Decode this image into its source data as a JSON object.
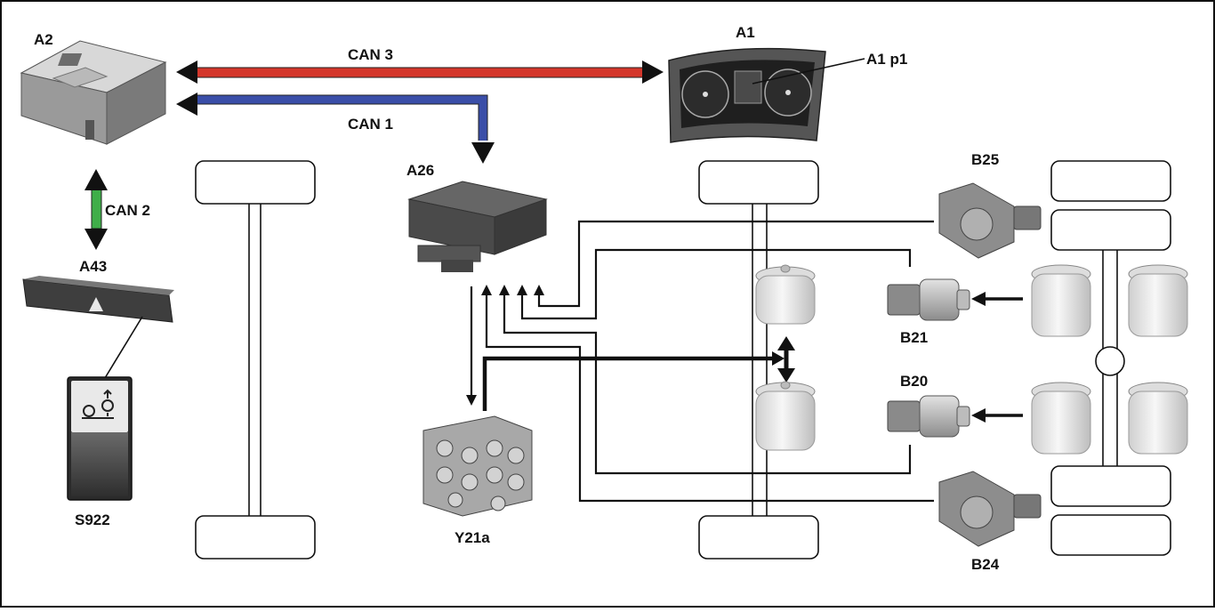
{
  "labels": {
    "a2": "A2",
    "a1": "A1",
    "a1p1": "A1 p1",
    "a26": "A26",
    "a43": "A43",
    "s922": "S922",
    "y21a": "Y21a",
    "b25": "B25",
    "b24": "B24",
    "b21": "B21",
    "b20": "B20"
  },
  "buses": {
    "can1": "CAN 1",
    "can2": "CAN 2",
    "can3": "CAN 3"
  },
  "colors": {
    "can1": "#3a4ea8",
    "can2": "#3fae49",
    "can3": "#d4362b",
    "frame": "#111111"
  },
  "icons": {
    "s922_symbol": "level-control-switch-icon"
  }
}
